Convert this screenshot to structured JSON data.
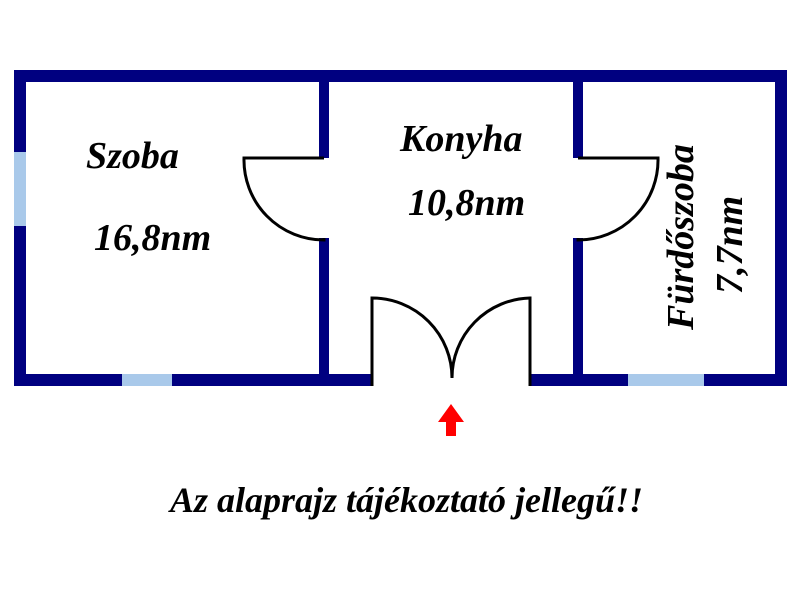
{
  "rooms": [
    {
      "name": "Szoba",
      "area": "16,8nm"
    },
    {
      "name": "Konyha",
      "area": "10,8nm"
    },
    {
      "name": "Fürdőszoba",
      "area": "7,7nm"
    }
  ],
  "note": "Az alaprajz tájékoztató jellegű!!",
  "entrance_icon": "up-arrow-icon",
  "colors": {
    "walls": "#000080",
    "windows": "#a9c9ea",
    "door_arcs": "#000000",
    "entrance_arrow": "#ff0000",
    "text": "#000000"
  }
}
